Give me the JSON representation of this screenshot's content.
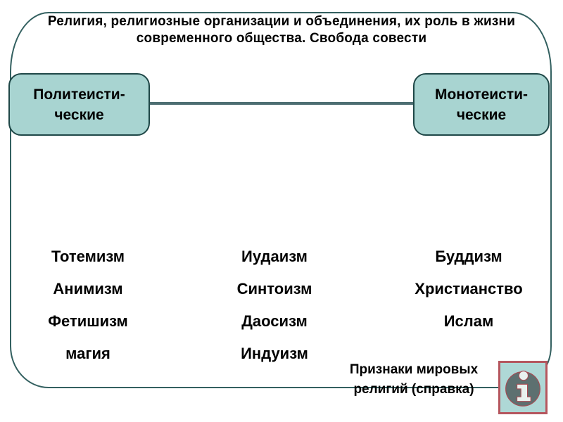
{
  "slide_title": {
    "line1": "Религия, религиозные организации и объединения, их роль в жизни",
    "line2": "современного общества. Свобода совести"
  },
  "category_boxes": {
    "left": {
      "line1": "Политеисти-",
      "line2": "ческие"
    },
    "right": {
      "line1": "Монотеисти-",
      "line2": "ческие"
    }
  },
  "religion_lists": {
    "early_forms": [
      "Тотемизм",
      "Анимизм",
      "Фетишизм",
      "магия"
    ],
    "national": [
      "Иудаизм",
      "Синтоизм",
      "Даосизм",
      "Индуизм"
    ],
    "world": [
      "Буддизм",
      "Христианство",
      "Ислам"
    ]
  },
  "footer": {
    "caption_line1": "Признаки мировых",
    "caption_line2": "религий (справка)",
    "info_icon": "info-icon"
  },
  "colors": {
    "text_color": "#000000",
    "frame_border": "#336060",
    "connector_line": "#4d6e72",
    "box_fill": "#a8d4d1",
    "box_border": "#1f4747",
    "info_button_fill": "#aed8d6",
    "info_button_border": "#b5565e",
    "info_circle_fill": "#5d7070",
    "info_glyph_fill": "#e9f2ef",
    "info_glyph_outline": "#a84a52"
  }
}
